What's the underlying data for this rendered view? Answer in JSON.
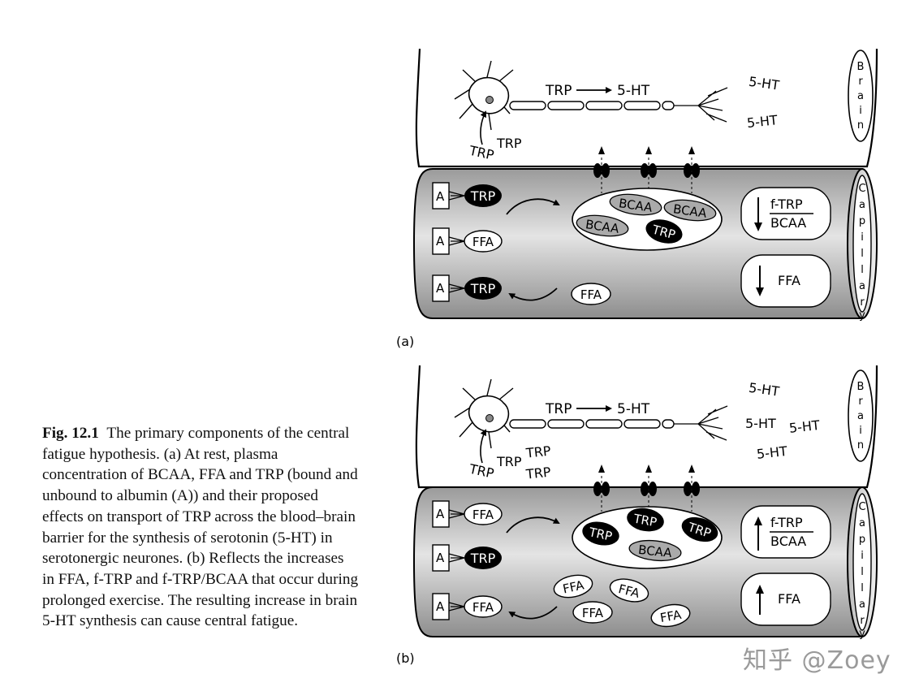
{
  "caption": {
    "fig_label": "Fig. 12.1",
    "text": "The primary components of the central fatigue hypothesis. (a) At rest, plasma concentration of BCAA, FFA and TRP (bound and unbound to albumin (A)) and their proposed effects on transport of TRP across the blood–brain barrier for the synthesis of serotonin (5-HT) in serotonergic neurones. (b) Reflects the increases in FFA, f-TRP and f-TRP/BCAA that occur during prolonged exercise. The resulting increase in brain 5-HT synthesis can cause central fatigue."
  },
  "labels": {
    "trp": "TRP",
    "ht": "5-HT",
    "bcaa": "BCAA",
    "ffa": "FFA",
    "albumin": "A",
    "ftrp": "f-TRP",
    "brain": "Brain",
    "capillary": "Capillary"
  },
  "panels": {
    "a": {
      "tag": "(a)"
    },
    "b": {
      "tag": "(b)"
    }
  },
  "watermark": "知乎 @Zoey"
}
